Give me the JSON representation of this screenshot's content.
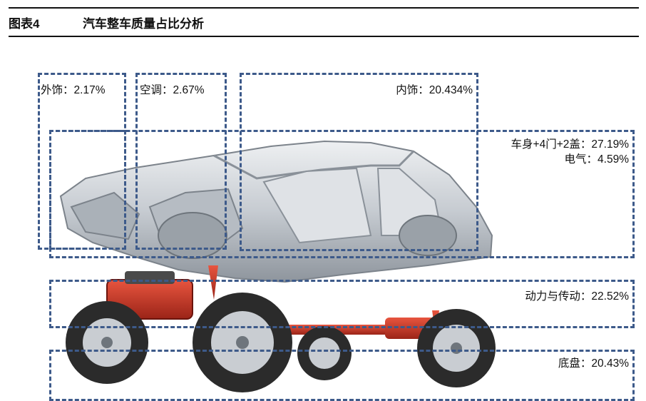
{
  "header": {
    "figure_no": "图表4",
    "title": "汽车整车质量占比分析"
  },
  "components": [
    {
      "name": "外饰",
      "value": "2.17%"
    },
    {
      "name": "空调",
      "value": "2.67%"
    },
    {
      "name": "内饰",
      "value": "20.434%"
    },
    {
      "name": "车身+4门+2盖",
      "value": "27.19%"
    },
    {
      "name": "电气",
      "value": "4.59%"
    },
    {
      "name": "动力与传动",
      "value": "22.52%"
    },
    {
      "name": "底盘",
      "value": "20.43%"
    }
  ],
  "label_separator": "：",
  "colors": {
    "box_border": "#3d5a8a",
    "car_body": "#cfd3d8",
    "chassis_red": "#c0392b",
    "tire": "#2b2b2b"
  }
}
